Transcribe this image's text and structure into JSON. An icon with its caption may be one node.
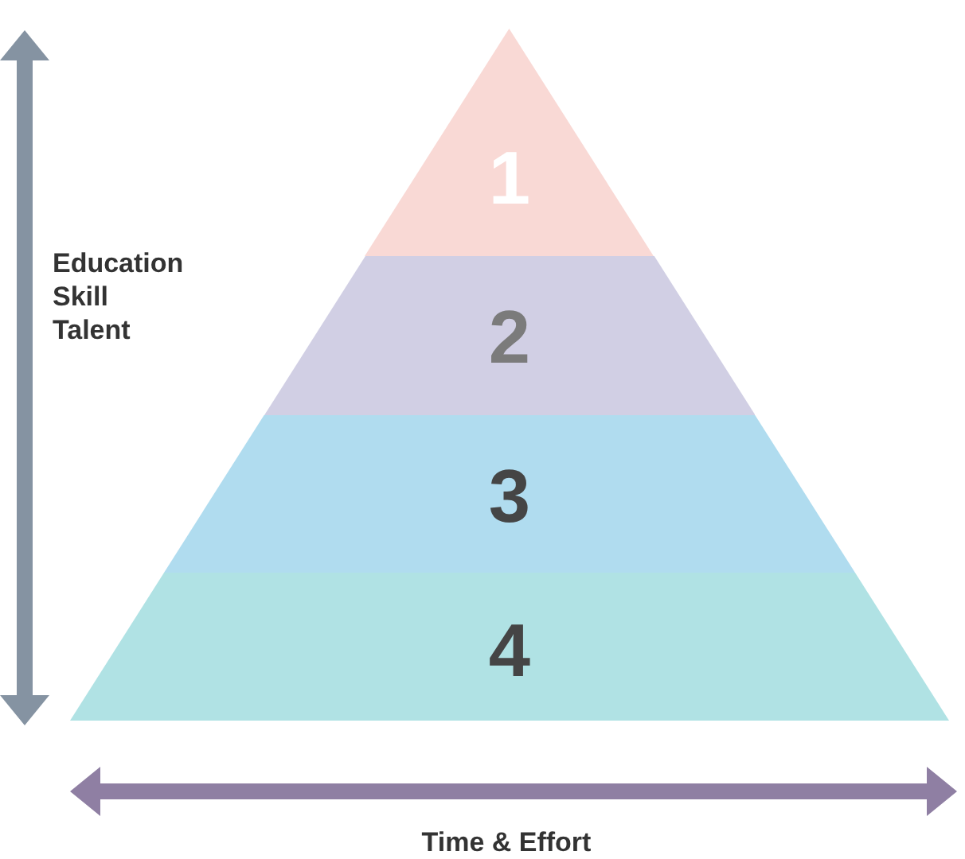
{
  "diagram": {
    "nodes": [
      {
        "text": [
          "1"
        ]
      },
      {
        "text": [
          "2"
        ]
      },
      {
        "text": [
          "3"
        ]
      },
      {
        "text": [
          "4"
        ]
      }
    ],
    "labels": [
      "Education Skill Talent",
      "Time & Effort"
    ]
  }
}
